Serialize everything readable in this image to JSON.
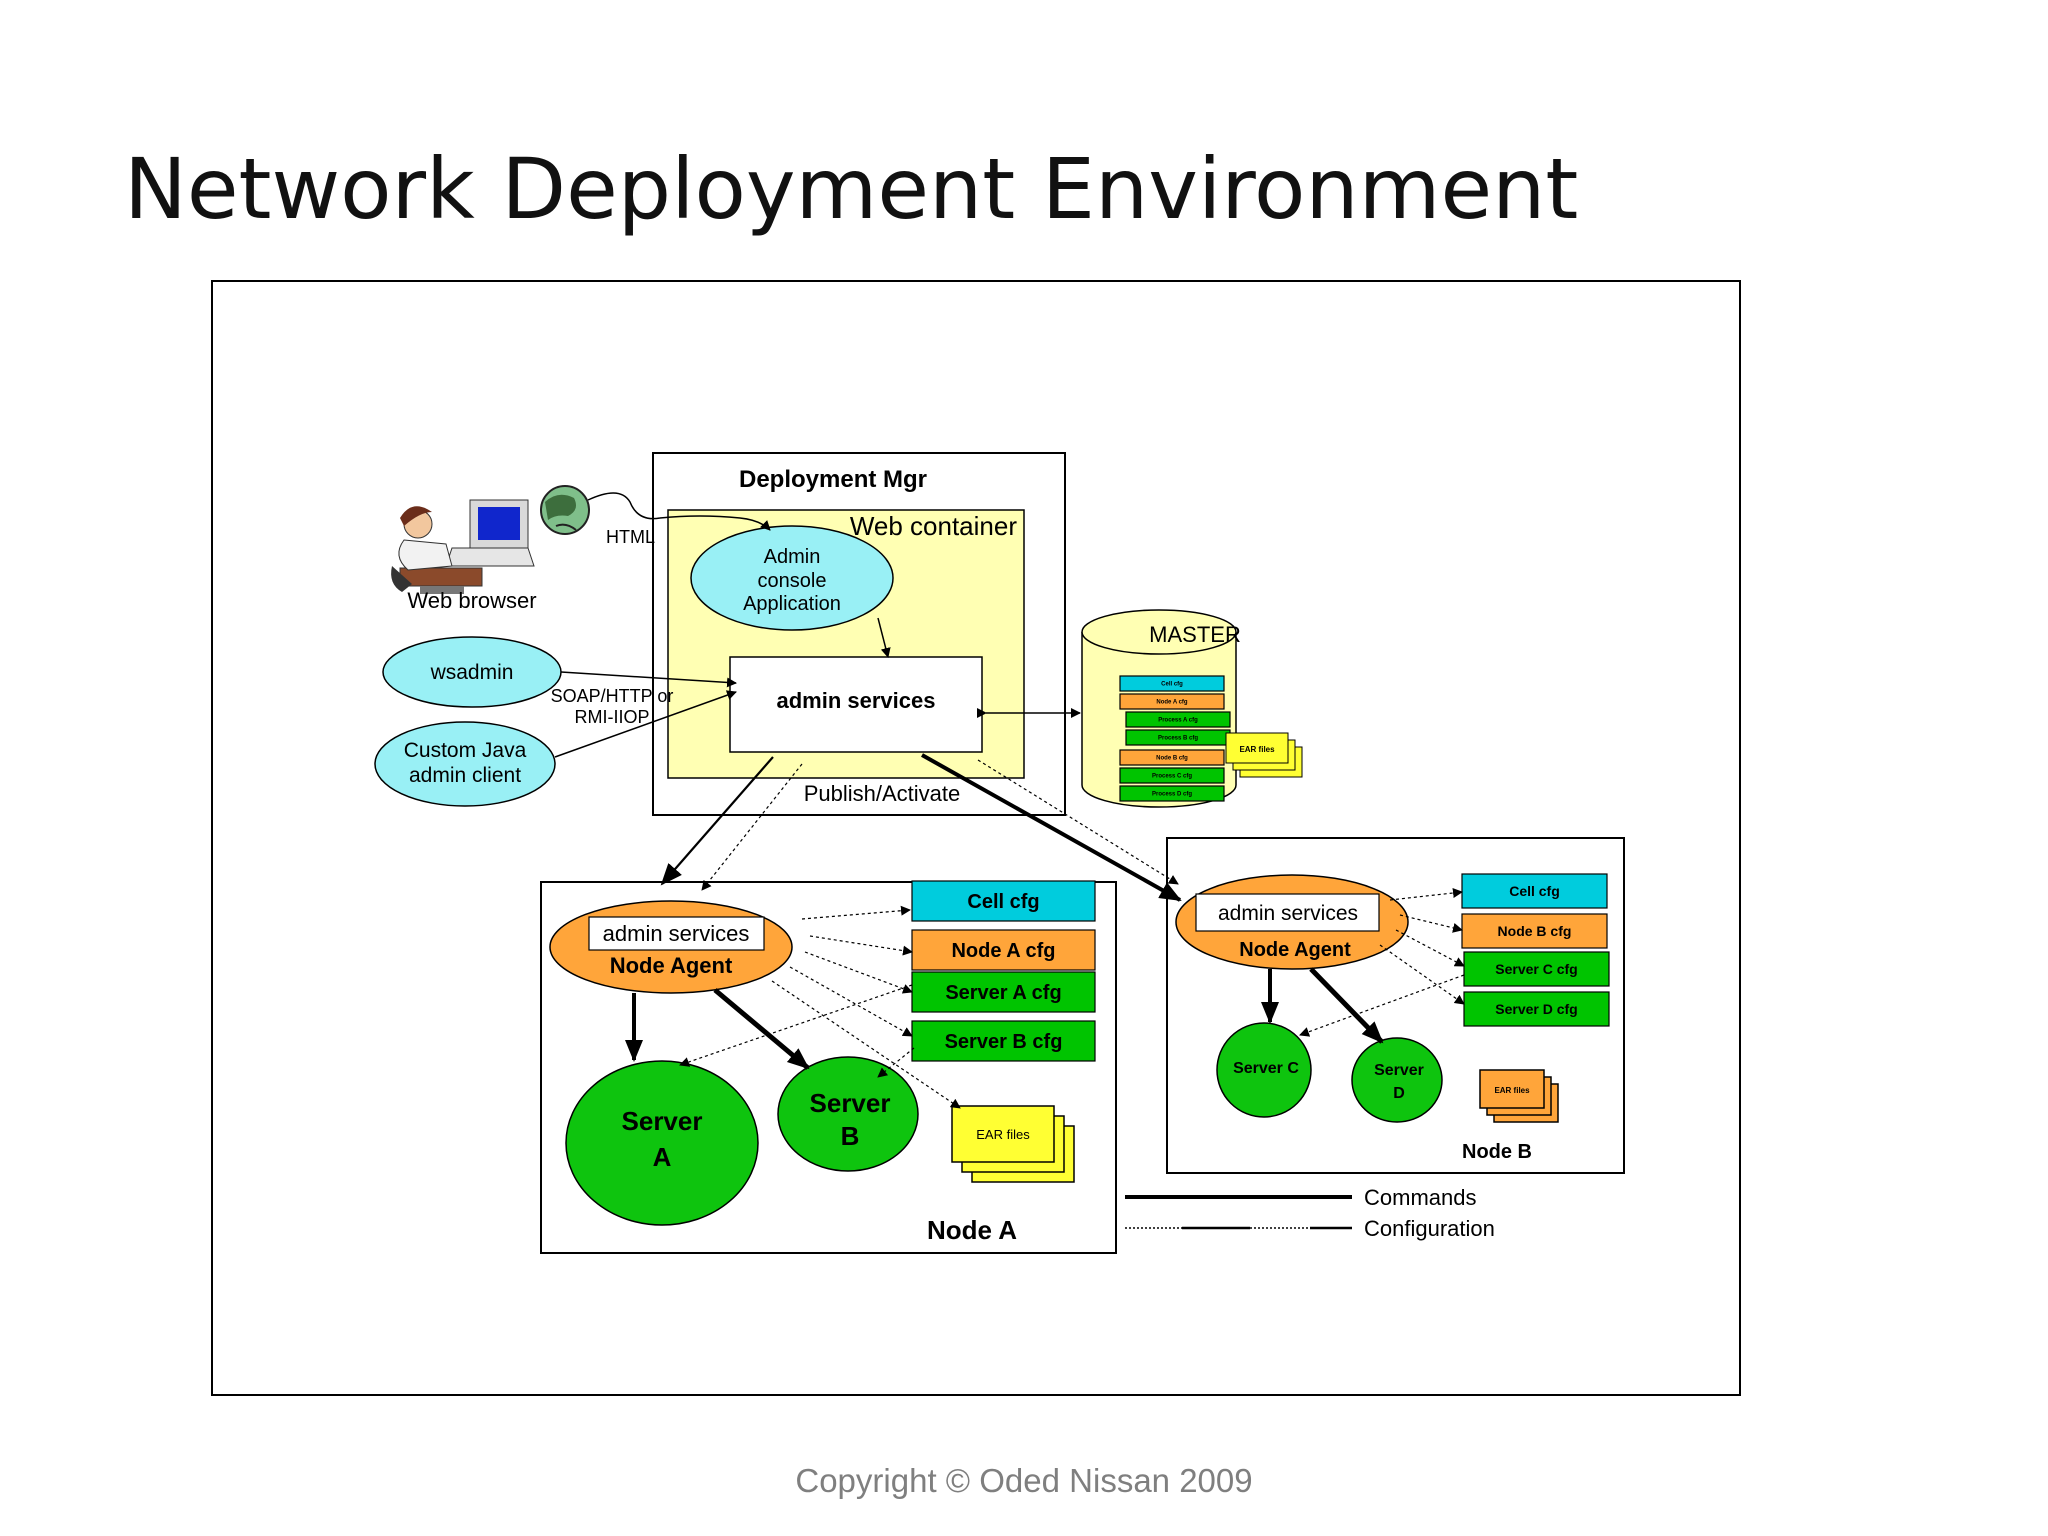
{
  "slide": {
    "title": "Network Deployment Environment",
    "copyright": "Copyright © Oded Nissan 2009"
  },
  "diagram": {
    "web_browser_label": "Web browser",
    "html_label": "HTML",
    "wsadmin_label": "wsadmin",
    "custom_client_line1": "Custom Java",
    "custom_client_line2": "admin client",
    "protocol_line1": "SOAP/HTTP or",
    "protocol_line2": "RMI-IIOP",
    "deployment_mgr_title": "Deployment Mgr",
    "web_container_label": "Web container",
    "admin_console_line1": "Admin",
    "admin_console_line2": "console",
    "admin_console_line3": "Application",
    "dm_admin_services": "admin services",
    "publish_label": "Publish/Activate",
    "master": {
      "label": "MASTER",
      "files": [
        "Cell cfg",
        "Node A cfg",
        "Process A cfg",
        "Process B cfg",
        "Node B cfg",
        "Process C cfg",
        "Process D cfg"
      ],
      "ear_label": "EAR files"
    },
    "node_a": {
      "label": "Node A",
      "admin_services": "admin services",
      "agent_label": "Node Agent",
      "cfg": [
        "Cell cfg",
        "Node A cfg",
        "Server A cfg",
        "Server  B cfg"
      ],
      "server_a_line1": "Server",
      "server_a_line2": "A",
      "server_b_line1": "Server",
      "server_b_line2": "B",
      "ear_label": "EAR files"
    },
    "node_b": {
      "label": "Node B",
      "admin_services": "admin services",
      "agent_label": "Node Agent",
      "cfg": [
        "Cell cfg",
        "Node B cfg",
        "Server  C cfg",
        "Server D cfg"
      ],
      "server_c_label": "Server C",
      "server_d_line1": "Server",
      "server_d_line2": "D",
      "ear_label": "EAR files"
    },
    "legend": {
      "commands": "Commands",
      "configuration": "Configuration"
    }
  },
  "colors": {
    "cyan": "#00ccdd",
    "orange": "#ffa53a",
    "green": "#00c400",
    "server_green": "#0ec40e",
    "light_cyan": "#99f0f5",
    "pale_yellow": "#ffffb3",
    "yellow_ear": "#ffff33"
  }
}
